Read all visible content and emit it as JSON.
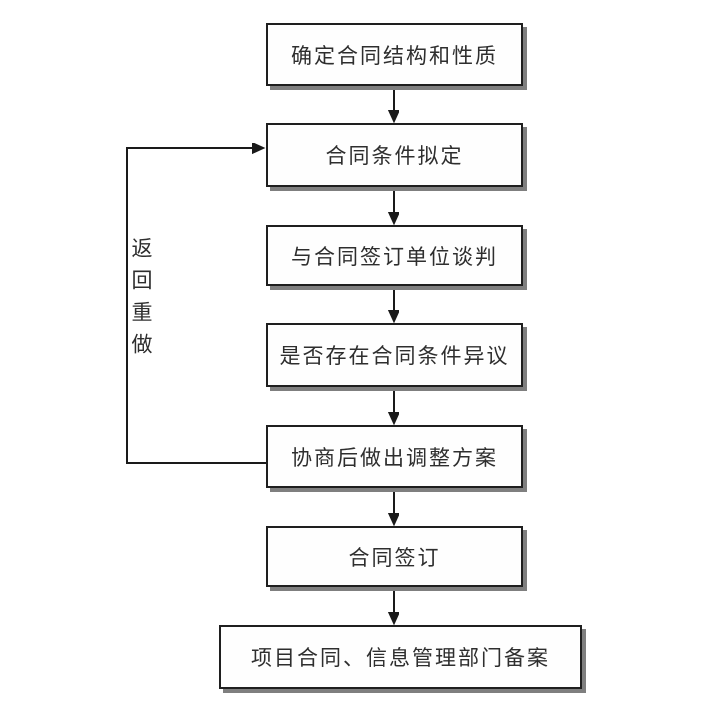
{
  "flowchart": {
    "title_semantic": "contract-signing-process",
    "steps": [
      {
        "label": "确定合同结构和性质"
      },
      {
        "label": "合同条件拟定"
      },
      {
        "label": "与合同签订单位谈判"
      },
      {
        "label": "是否存在合同条件异议"
      },
      {
        "label": "协商后做出调整方案"
      },
      {
        "label": "合同签订"
      },
      {
        "label": "项目合同、信息管理部门备案"
      }
    ],
    "feedback_label": "返回重做",
    "colors": {
      "line": "#1a1a1a",
      "box_border": "#1f1f1f",
      "box_bg": "#fefefe",
      "shadow": "#7f7f7f",
      "text": "#2e2e2e",
      "background": "#ffffff"
    }
  }
}
